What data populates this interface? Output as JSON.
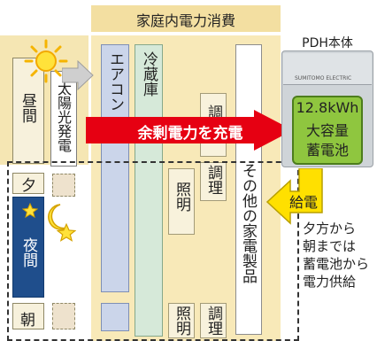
{
  "title": "家庭内電力消費",
  "device_title": "PDH本体",
  "device_brand": "SUMITOMO ELECTRIC",
  "battery": {
    "capacity": "12.8kWh",
    "line1": "大容量",
    "line2": "蓄電池"
  },
  "times": {
    "day": "昼間",
    "evening": "夕",
    "night": "夜間",
    "morning": "朝"
  },
  "solar": "太陽光発電",
  "appliances": {
    "aircon": "エアコン",
    "fridge": "冷蔵庫",
    "cooking": "調理",
    "lighting": "照明",
    "others": "その他の家電製品"
  },
  "charge_label": "余剰電力を充電",
  "supply_label": "給電",
  "note_lines": [
    "夕方から",
    "朝までは",
    "蓄電池から",
    "電力供給"
  ],
  "colors": {
    "arrow_red": "#e60012",
    "arrow_yellow": "#ffe000",
    "night_blue": "#1f4e8c"
  }
}
